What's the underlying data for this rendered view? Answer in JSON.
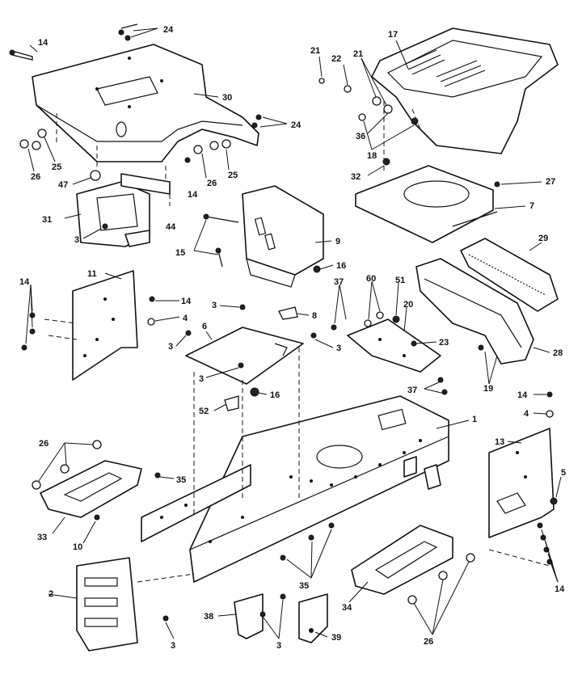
{
  "callouts": [
    {
      "id": "c14a",
      "text": "14"
    },
    {
      "id": "c24a",
      "text": "24"
    },
    {
      "id": "c30",
      "text": "30"
    },
    {
      "id": "c24b",
      "text": "24"
    },
    {
      "id": "c26a",
      "text": "26"
    },
    {
      "id": "c25a",
      "text": "25"
    },
    {
      "id": "c47",
      "text": "47"
    },
    {
      "id": "c14b",
      "text": "14"
    },
    {
      "id": "c26b",
      "text": "26"
    },
    {
      "id": "c25b",
      "text": "25"
    },
    {
      "id": "c31",
      "text": "31"
    },
    {
      "id": "c44",
      "text": "44"
    },
    {
      "id": "c3a",
      "text": "3"
    },
    {
      "id": "c21a",
      "text": "21"
    },
    {
      "id": "c22",
      "text": "22"
    },
    {
      "id": "c21b",
      "text": "21"
    },
    {
      "id": "c17",
      "text": "17"
    },
    {
      "id": "c36",
      "text": "36"
    },
    {
      "id": "c18",
      "text": "18"
    },
    {
      "id": "c32",
      "text": "32"
    },
    {
      "id": "c27",
      "text": "27"
    },
    {
      "id": "c7",
      "text": "7"
    },
    {
      "id": "c15",
      "text": "15"
    },
    {
      "id": "c9",
      "text": "9"
    },
    {
      "id": "c16a",
      "text": "16"
    },
    {
      "id": "c29",
      "text": "29"
    },
    {
      "id": "c11",
      "text": "11"
    },
    {
      "id": "c14c",
      "text": "14"
    },
    {
      "id": "c14d",
      "text": "14"
    },
    {
      "id": "c4a",
      "text": "4"
    },
    {
      "id": "c3b",
      "text": "3"
    },
    {
      "id": "c8",
      "text": "8"
    },
    {
      "id": "c6",
      "text": "6"
    },
    {
      "id": "c3c",
      "text": "3"
    },
    {
      "id": "c3d",
      "text": "3"
    },
    {
      "id": "c37a",
      "text": "37"
    },
    {
      "id": "c60",
      "text": "60"
    },
    {
      "id": "c51",
      "text": "51"
    },
    {
      "id": "c20",
      "text": "20"
    },
    {
      "id": "c23",
      "text": "23"
    },
    {
      "id": "c28",
      "text": "28"
    },
    {
      "id": "c19",
      "text": "19"
    },
    {
      "id": "c3e",
      "text": "3"
    },
    {
      "id": "c16b",
      "text": "16"
    },
    {
      "id": "c52",
      "text": "52"
    },
    {
      "id": "c37b",
      "text": "37"
    },
    {
      "id": "c14e",
      "text": "14"
    },
    {
      "id": "c4b",
      "text": "4"
    },
    {
      "id": "c1",
      "text": "1"
    },
    {
      "id": "c13",
      "text": "13"
    },
    {
      "id": "c5",
      "text": "5"
    },
    {
      "id": "c26c",
      "text": "26"
    },
    {
      "id": "c35a",
      "text": "35"
    },
    {
      "id": "c33",
      "text": "33"
    },
    {
      "id": "c10",
      "text": "10"
    },
    {
      "id": "c14f",
      "text": "14"
    },
    {
      "id": "c2",
      "text": "2"
    },
    {
      "id": "c35b",
      "text": "35"
    },
    {
      "id": "c34",
      "text": "34"
    },
    {
      "id": "c26d",
      "text": "26"
    },
    {
      "id": "c38",
      "text": "38"
    },
    {
      "id": "c3f",
      "text": "3"
    },
    {
      "id": "c39",
      "text": "39"
    },
    {
      "id": "c3g",
      "text": "3"
    }
  ]
}
